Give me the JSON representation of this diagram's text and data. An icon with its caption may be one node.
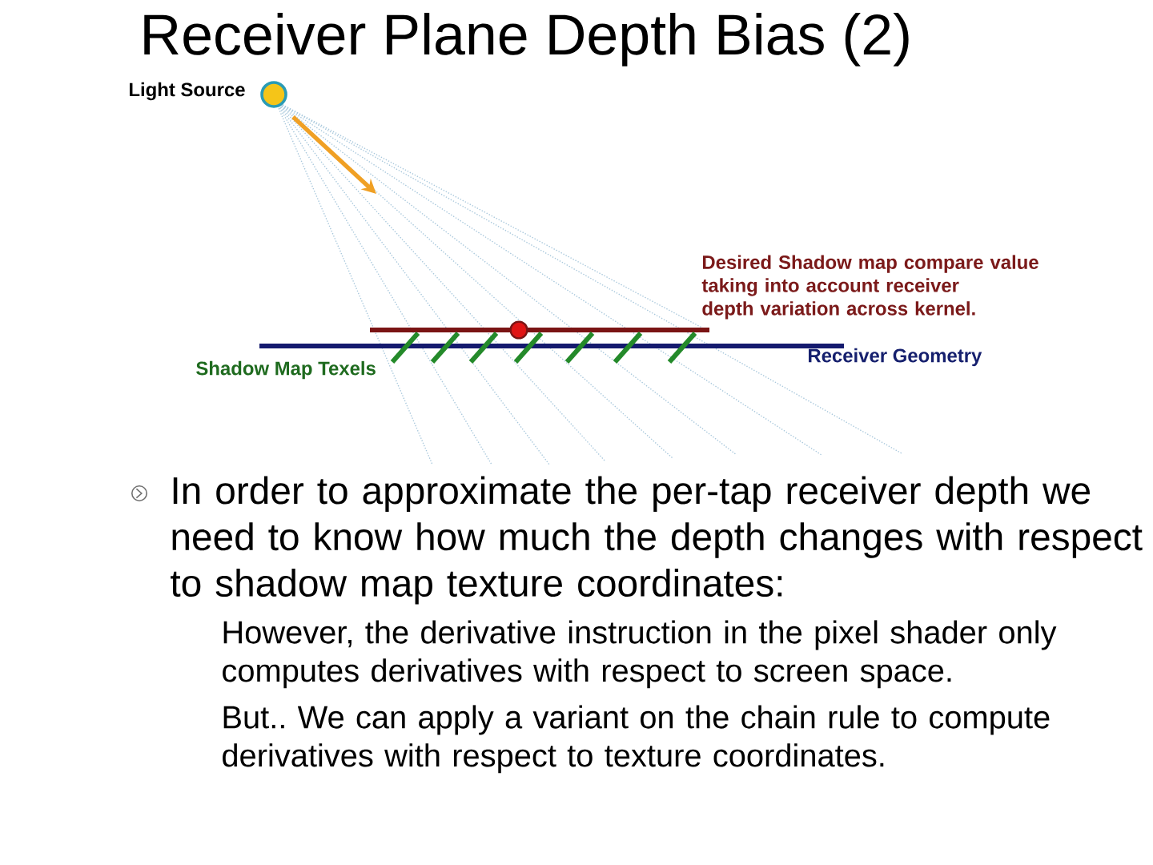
{
  "diagram": {
    "title": "Receiver Plane Depth Bias (2)",
    "nodes": [
      {
        "text": [],
        "shape": "circle",
        "beside": [
          "Light Source"
        ]
      }
    ],
    "labels": [
      "Desired Shadow map compare value taking into account receiver depth variation across kernel.",
      "Shadow Map Texels",
      "Receiver Geometry",
      "In order to approximate the per-tap receiver depth we need to know how much the depth changes with respect to shadow map texture coordinates:",
      "However, the derivative instruction in the pixel shader only computes derivatives with respect to screen space.",
      "But.. We can apply a variant on the chain rule to compute derivatives with respect to texture coordinates."
    ]
  }
}
